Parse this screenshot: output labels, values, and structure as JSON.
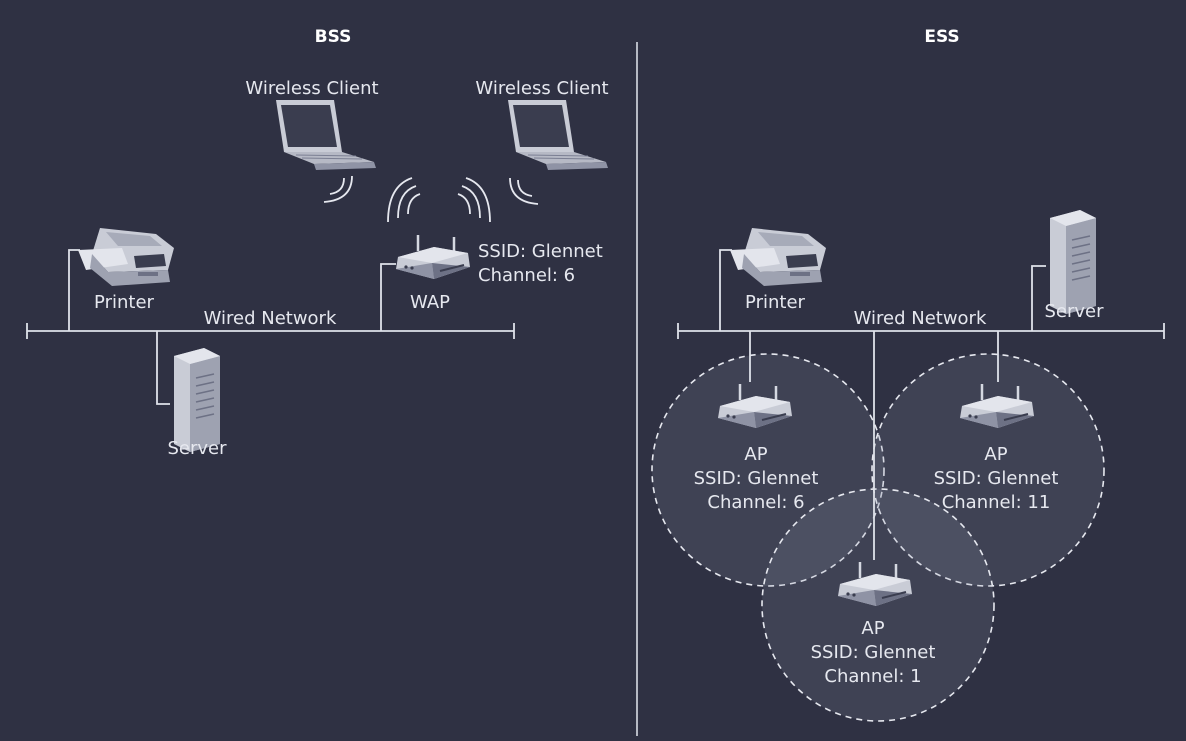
{
  "bss": {
    "title": "BSS",
    "client_left_label": "Wireless Client",
    "client_right_label": "Wireless Client",
    "printer_label": "Printer",
    "wired_label": "Wired Network",
    "wap_label": "WAP",
    "wap_ssid": "SSID: Glennet",
    "wap_channel": "Channel: 6",
    "server_label": "Server"
  },
  "ess": {
    "title": "ESS",
    "printer_label": "Printer",
    "wired_label": "Wired Network",
    "server_label": "Server",
    "ap_left": {
      "name": "AP",
      "ssid": "SSID: Glennet",
      "channel": "Channel: 6"
    },
    "ap_right": {
      "name": "AP",
      "ssid": "SSID: Glennet",
      "channel": "Channel: 11"
    },
    "ap_bottom": {
      "name": "AP",
      "ssid": "SSID: Glennet",
      "channel": "Channel: 1"
    }
  },
  "colors": {
    "background": "#2f3143",
    "line": "#dfe2ea",
    "coverage_fill": "#8a8fa6"
  },
  "icons": [
    "laptop-icon",
    "printer-icon",
    "server-icon",
    "access-point-icon",
    "wireless-signal-icon"
  ]
}
